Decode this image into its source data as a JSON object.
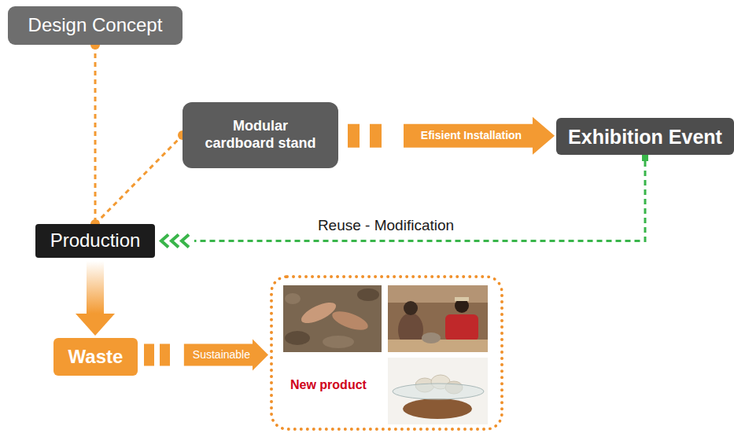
{
  "diagram": {
    "nodes": [
      {
        "text": [
          "Design Concept"
        ]
      },
      {
        "text": [
          "Modular cardboard stand"
        ]
      },
      {
        "text": [
          "Exhibition Event"
        ]
      },
      {
        "text": [
          "Production"
        ]
      },
      {
        "text": [
          "Waste"
        ]
      },
      {
        "text": [
          "New product"
        ]
      }
    ],
    "edges": [
      {
        "from": 0,
        "to": 3,
        "arrow": "none"
      },
      {
        "from": 3,
        "to": 1,
        "arrow": "none"
      },
      {
        "from": 1,
        "to": 2,
        "label": "Efisient Installation",
        "arrow": "to"
      },
      {
        "from": 2,
        "to": 3,
        "label": "Reuse - Modification",
        "arrow": "to"
      },
      {
        "from": 3,
        "to": 4,
        "arrow": "to"
      },
      {
        "from": 4,
        "to": 5,
        "label": "Sustainable",
        "arrow": "to"
      }
    ]
  }
}
